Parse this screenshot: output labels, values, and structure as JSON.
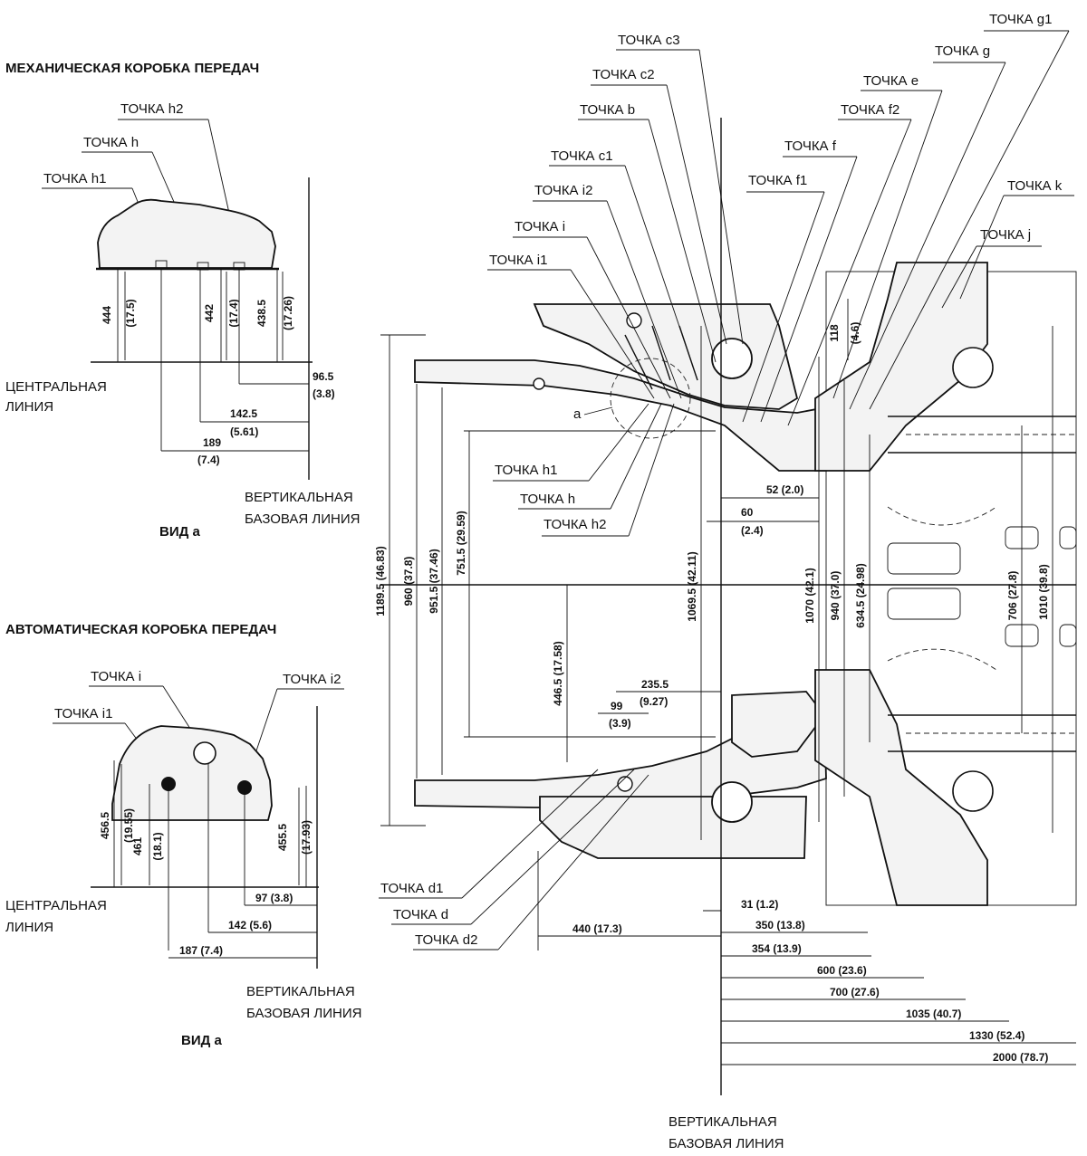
{
  "view_mt": {
    "heading": "МЕХАНИЧЕСКАЯ КОРОБКА ПЕРЕДАЧ",
    "points": [
      "ТОЧКА h2",
      "ТОЧКА h",
      "ТОЧКА h1"
    ],
    "heights": [
      "444",
      "(17.5)",
      "442",
      "(17.4)",
      "438.5",
      "(17.26)"
    ],
    "offsets": [
      "96.5",
      "(3.8)",
      "142.5",
      "(5.61)",
      "189",
      "(7.4)"
    ],
    "centerline": [
      "ЦЕНТРАЛЬНАЯ",
      "ЛИНИЯ"
    ],
    "baseline": [
      "ВЕРТИКАЛЬНАЯ",
      "БАЗОВАЯ ЛИНИЯ"
    ],
    "view_label": "ВИД a"
  },
  "view_at": {
    "heading": "АВТОМАТИЧЕСКАЯ КОРОБКА ПЕРЕДАЧ",
    "points": [
      "ТОЧКА i",
      "ТОЧКА i2",
      "ТОЧКА i1"
    ],
    "heights": [
      "456.5",
      "(19.55)",
      "461",
      "(18.1)",
      "455.5",
      "(17.93)"
    ],
    "offsets": [
      "97 (3.8)",
      "142 (5.6)",
      "187 (7.4)"
    ],
    "centerline": [
      "ЦЕНТРАЛЬНАЯ",
      "ЛИНИЯ"
    ],
    "baseline": [
      "ВЕРТИКАЛЬНАЯ",
      "БАЗОВАЯ ЛИНИЯ"
    ],
    "view_label": "ВИД a"
  },
  "main": {
    "top_points": [
      "ТОЧКА g1",
      "ТОЧКА c3",
      "ТОЧКА g",
      "ТОЧКА c2",
      "ТОЧКА e",
      "ТОЧКА b",
      "ТОЧКА f2",
      "ТОЧКА c1",
      "ТОЧКА f",
      "ТОЧКА i2",
      "ТОЧКА f1",
      "ТОЧКА k",
      "ТОЧКА i",
      "ТОЧКА j",
      "ТОЧКА i1"
    ],
    "view_marker": "a",
    "mid_points": [
      "ТОЧКА h1",
      "ТОЧКА h",
      "ТОЧКА h2"
    ],
    "bottom_points": [
      "ТОЧКА d1",
      "ТОЧКА d",
      "ТОЧКА d2"
    ],
    "vertical_dims": [
      "1189.5 (46.83)",
      "960 (37.8)",
      "951.5 (37.46)",
      "751.5 (29.59)",
      "446.5 (17.58)",
      "1069.5 (42.11)",
      "1070 (42.1)",
      "940 (37.0)",
      "634.5 (24.98)",
      "706 (27.8)",
      "1010 (39.8)",
      "118",
      "(4.6)"
    ],
    "small_dims": [
      "52 (2.0)",
      "60",
      "(2.4)",
      "235.5",
      "(9.27)",
      "99",
      "(3.9)"
    ],
    "bottom_dims": [
      "31 (1.2)",
      "440 (17.3)",
      "350 (13.8)",
      "354 (13.9)",
      "600 (23.6)",
      "700 (27.6)",
      "1035 (40.7)",
      "1330 (52.4)",
      "2000 (78.7)"
    ],
    "baseline": [
      "ВЕРТИКАЛЬНАЯ",
      "БАЗОВАЯ ЛИНИЯ"
    ]
  }
}
